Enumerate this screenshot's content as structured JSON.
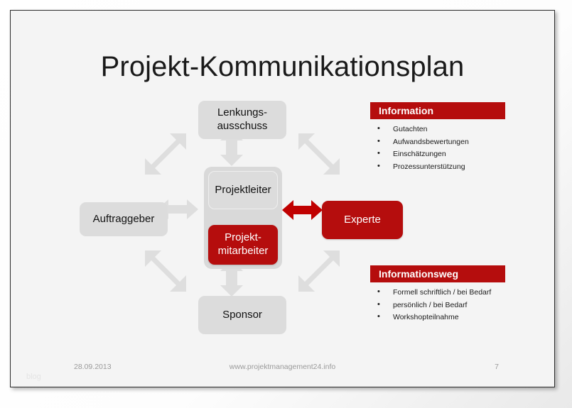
{
  "slide": {
    "title": "Projekt-Kommunikationsplan"
  },
  "diagram": {
    "nodes": {
      "lenkungsausschuss": "Lenkungs-\nausschuss",
      "lenkungsausschuss_line1": "Lenkungs-",
      "lenkungsausschuss_line2": "ausschuss",
      "auftraggeber": "Auftraggeber",
      "sponsor": "Sponsor",
      "experte": "Experte",
      "projektleiter": "Projektleiter",
      "projektmitarbeiter_line1": "Projekt-",
      "projektmitarbeiter_line2": "mitarbeiter"
    },
    "colors": {
      "red": "#b50d0d",
      "gray_node": "#dcdcdc",
      "gray_group": "#d9d9d9",
      "arrow_gray": "#dedede",
      "arrow_red": "#c00000",
      "canvas": "#f4f4f4"
    },
    "arrows": {
      "top_vertical": "double-headed-arrow-vertical",
      "bottom_vertical": "double-headed-arrow-vertical",
      "left_horizontal": "double-headed-arrow-horizontal",
      "right_horizontal": "double-headed-arrow-horizontal-red",
      "diagonal_top_left": "double-headed-arrow-diagonal",
      "diagonal_top_right": "double-headed-arrow-diagonal",
      "diagonal_bottom_left": "double-headed-arrow-diagonal",
      "diagonal_bottom_right": "double-headed-arrow-diagonal"
    }
  },
  "panels": {
    "information": {
      "heading": "Information",
      "items": [
        "Gutachten",
        "Aufwandsbewertungen",
        "Einschätzungen",
        "Prozessunterstützung"
      ]
    },
    "informationsweg": {
      "heading": "Informationsweg",
      "items": [
        "Formell schriftlich / bei Bedarf",
        "persönlich / bei Bedarf",
        "Workshopteilnahme"
      ]
    }
  },
  "footer": {
    "date": "28.09.2013",
    "url": "www.projektmanagement24.info",
    "page": "7",
    "watermark": "blog"
  }
}
